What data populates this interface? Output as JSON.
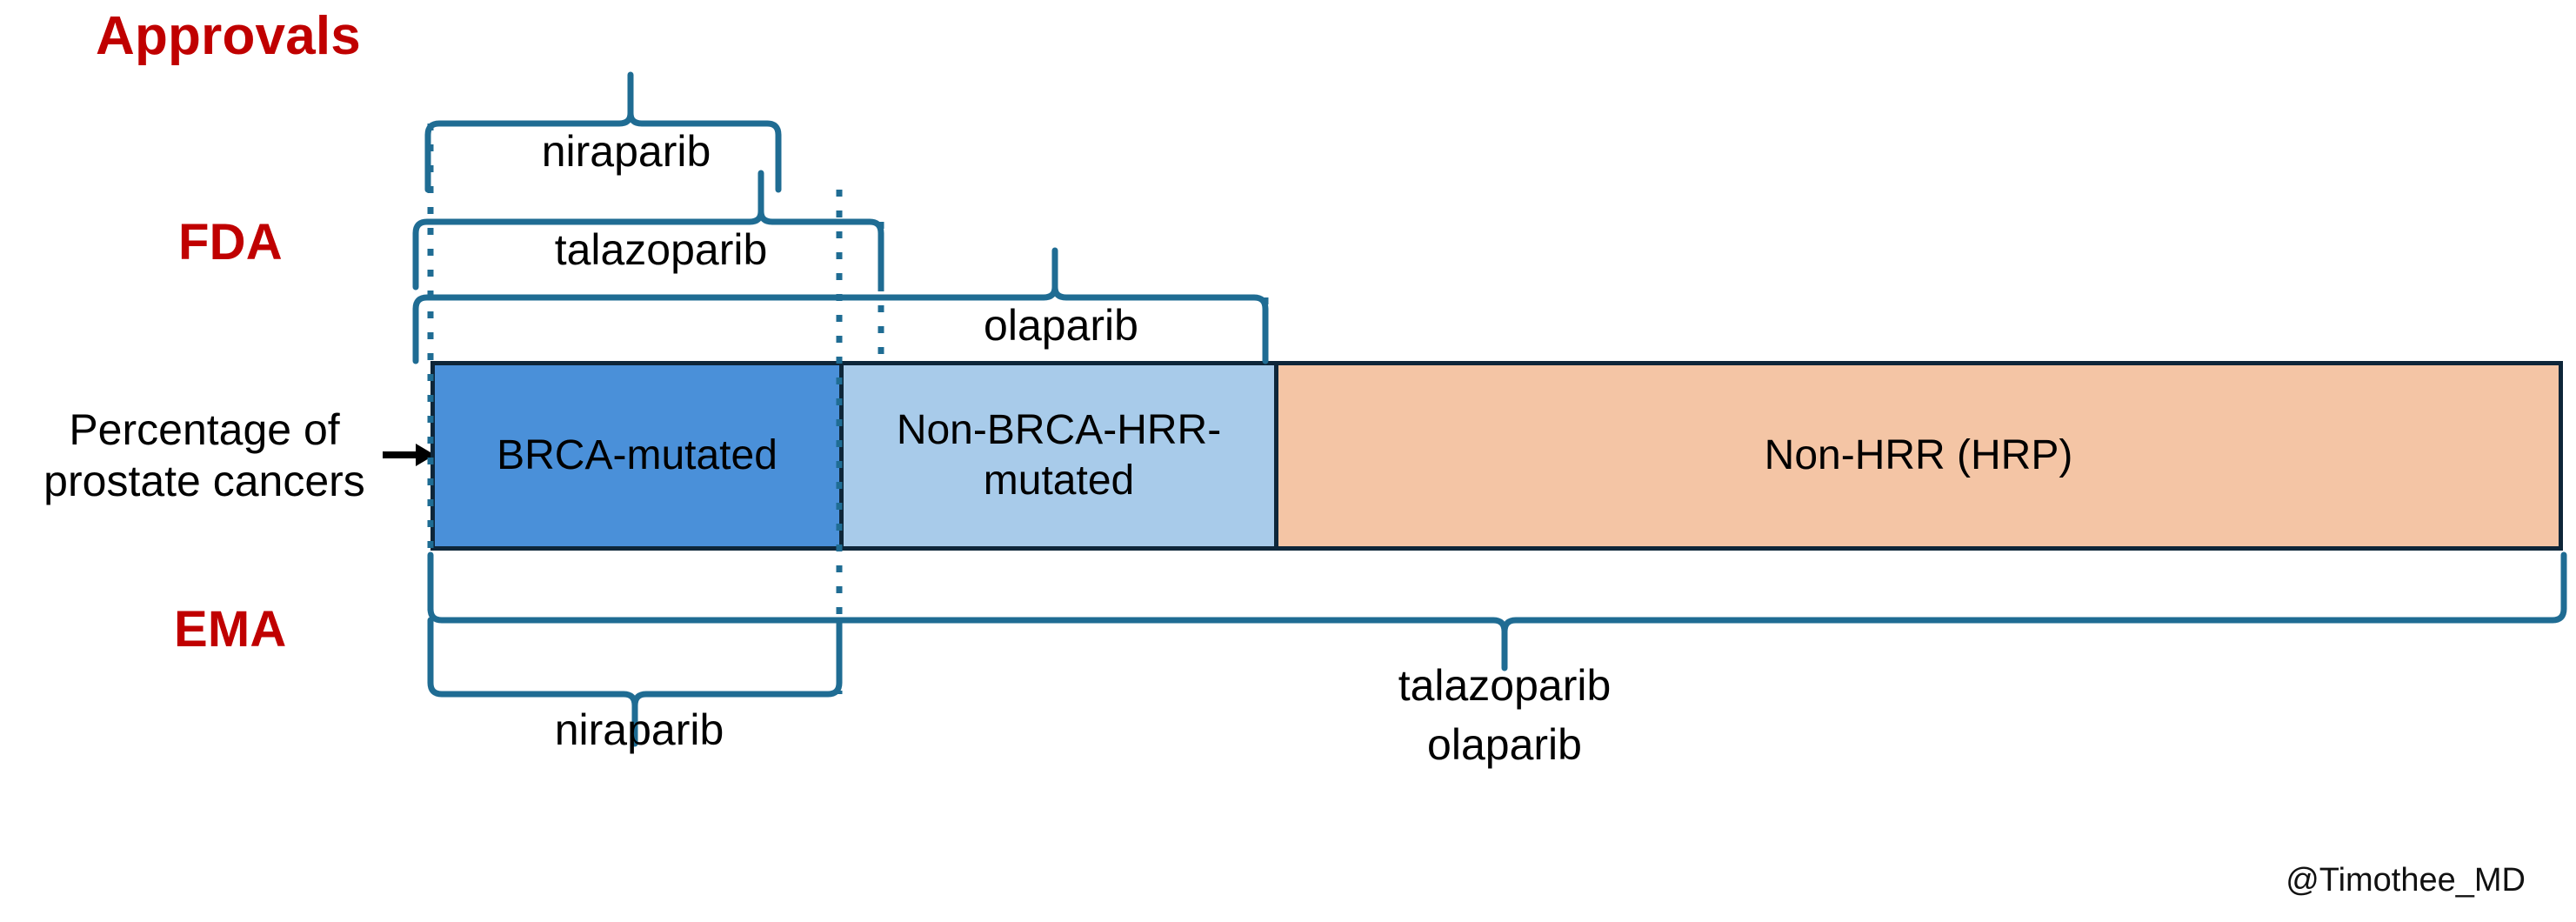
{
  "page": {
    "background": "#FFFFFF",
    "attribution": "@Timothee_MD"
  },
  "headings": {
    "approvals": "Approvals",
    "fda": "FDA",
    "ema": "EMA"
  },
  "axis": {
    "label": "Percentage of\nprostate cancers",
    "arrow_icon": "right-arrow-icon"
  },
  "colors": {
    "brca_fill": "#4A90D9",
    "non_brca_hrr_fill": "#A8CBEA",
    "non_hrr_fill": "#F4C5A5",
    "bar_outline": "#0E2639",
    "bracket": "#1F6C93",
    "heading_red": "#C00000"
  },
  "brackets": {
    "fda": [
      {
        "drug": "niraparib",
        "covers": "BRCA-mutated"
      },
      {
        "drug": "talazoparib",
        "covers": "BRCA-mutated"
      },
      {
        "drug": "olaparib",
        "covers": "BRCA-mutated + Non-BRCA-HRR-mutated"
      }
    ],
    "ema": [
      {
        "drug": "niraparib",
        "covers": "BRCA-mutated"
      },
      {
        "drug": "talazoparib\nolaparib",
        "covers": "All prostate cancers"
      }
    ]
  },
  "chart_data": {
    "type": "bar",
    "orientation": "horizontal",
    "stacked": true,
    "title": "Approvals",
    "xlabel": "",
    "ylabel": "Percentage of prostate cancers",
    "categories": [
      "BRCA-mutated",
      "Non-BRCA-HRR-mutated",
      "Non-HRR (HRP)"
    ],
    "values": [
      19,
      20,
      61
    ],
    "unit": "percent",
    "xlim": [
      0,
      100
    ],
    "grid": false,
    "legend": "none",
    "segment_colors": [
      "#4A90D9",
      "#A8CBEA",
      "#F4C5A5"
    ],
    "segment_labels": [
      "BRCA-mutated",
      "Non-BRCA-HRR-\nmutated",
      "Non-HRR (HRP)"
    ],
    "annotations": [
      {
        "group": "FDA",
        "label": "niraparib",
        "spans": [
          "BRCA-mutated"
        ]
      },
      {
        "group": "FDA",
        "label": "talazoparib",
        "spans": [
          "BRCA-mutated"
        ]
      },
      {
        "group": "FDA",
        "label": "olaparib",
        "spans": [
          "BRCA-mutated",
          "Non-BRCA-HRR-mutated"
        ]
      },
      {
        "group": "EMA",
        "label": "niraparib",
        "spans": [
          "BRCA-mutated"
        ]
      },
      {
        "group": "EMA",
        "label": "talazoparib olaparib",
        "spans": [
          "BRCA-mutated",
          "Non-BRCA-HRR-mutated",
          "Non-HRR (HRP)"
        ]
      }
    ]
  }
}
